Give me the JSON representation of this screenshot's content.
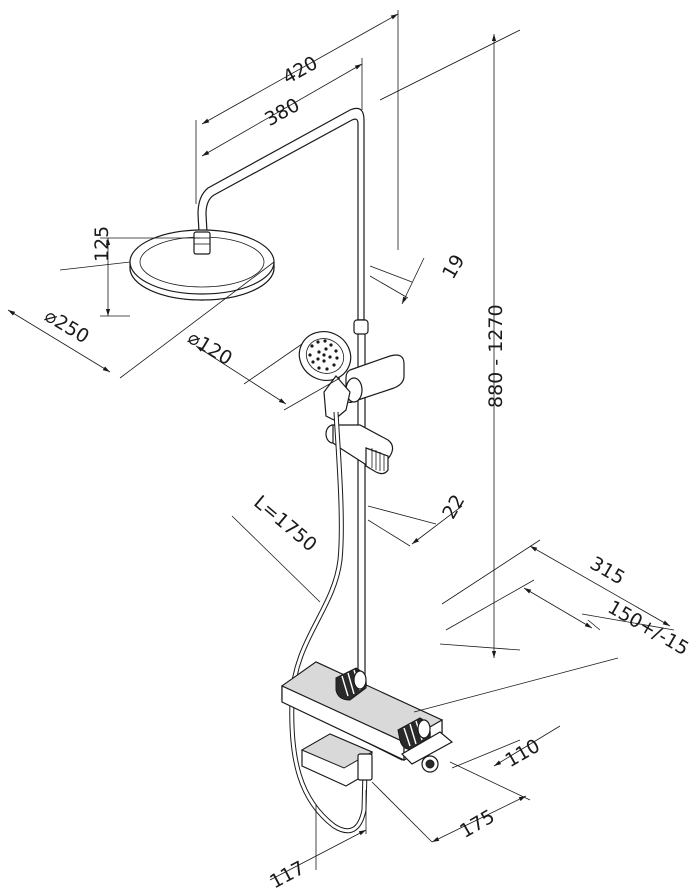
{
  "dimensions": {
    "d420": "420",
    "d380": "380",
    "d125": "125",
    "d250": "⌀250",
    "d120": "⌀120",
    "d19": "19",
    "d880": "880 - 1270",
    "d22": "22",
    "dL": "L=1750",
    "d315": "315",
    "d150": "150+/-15",
    "d110": "110",
    "d175": "175",
    "d117": "117"
  }
}
